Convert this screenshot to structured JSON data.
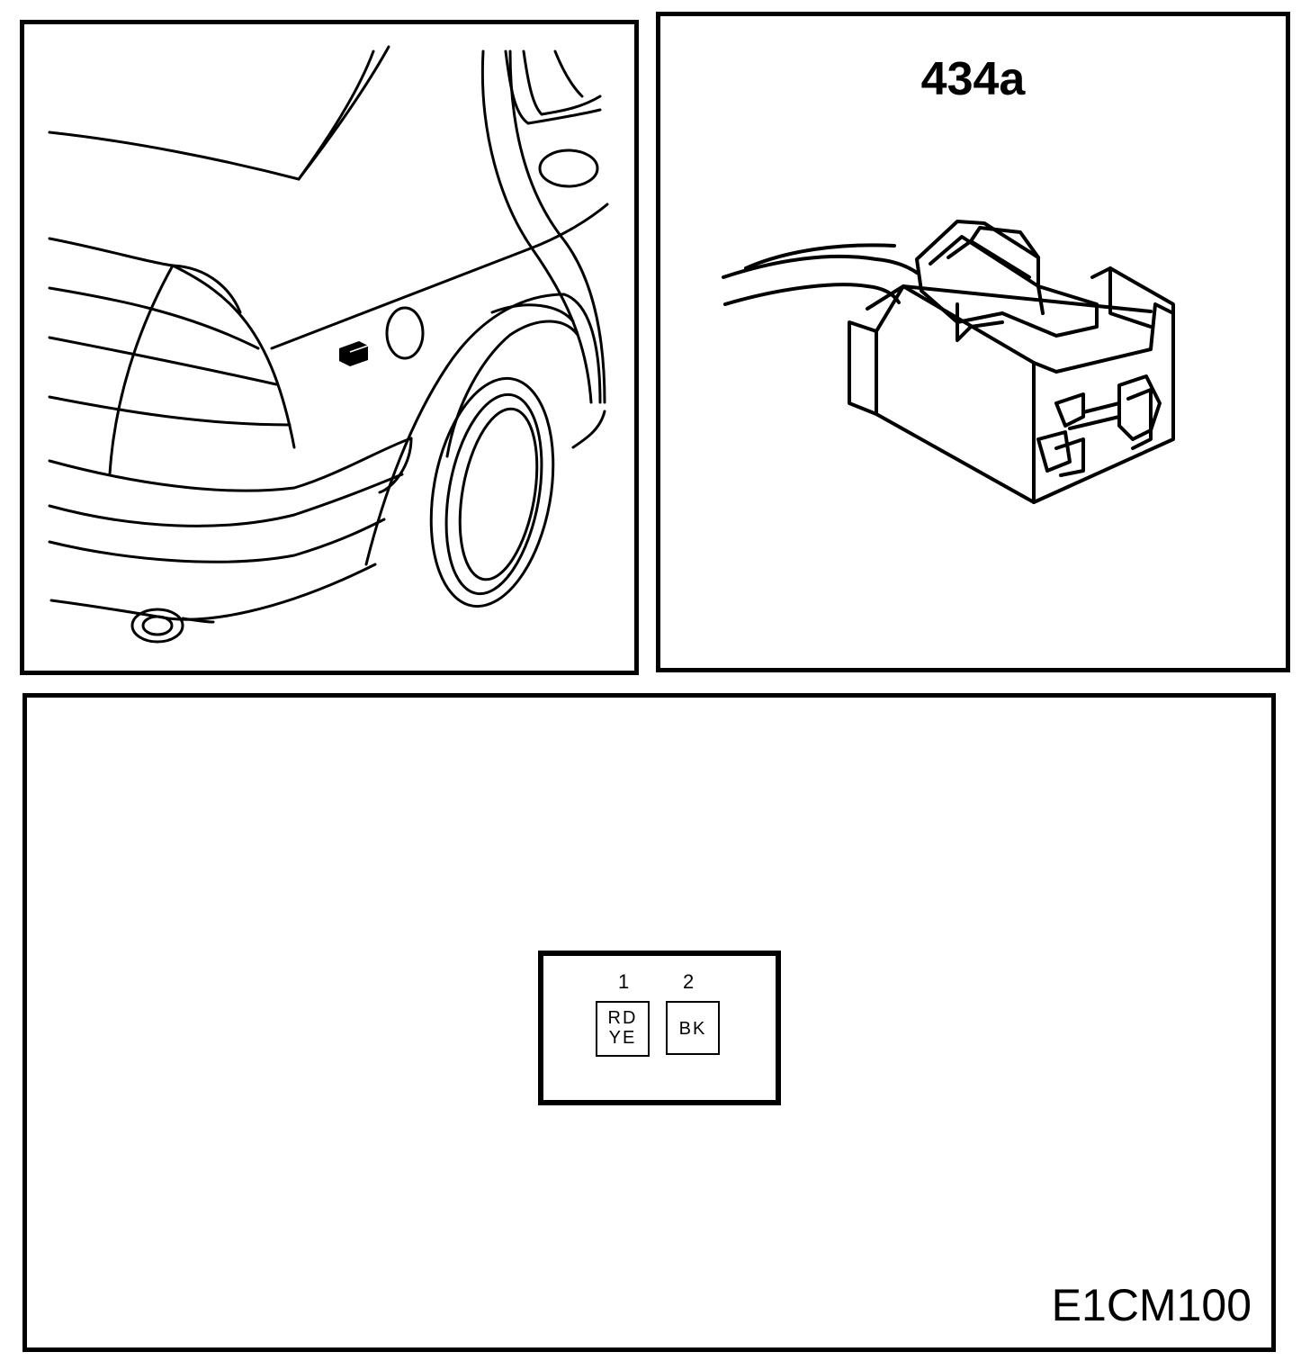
{
  "connector": {
    "id": "434a"
  },
  "diagram": {
    "code": "E1CM100"
  },
  "pinout": {
    "pins": [
      {
        "number": "1",
        "wire_color_line1": "RD",
        "wire_color_line2": "YE"
      },
      {
        "number": "2",
        "wire_color_line1": "BK",
        "wire_color_line2": ""
      }
    ]
  }
}
